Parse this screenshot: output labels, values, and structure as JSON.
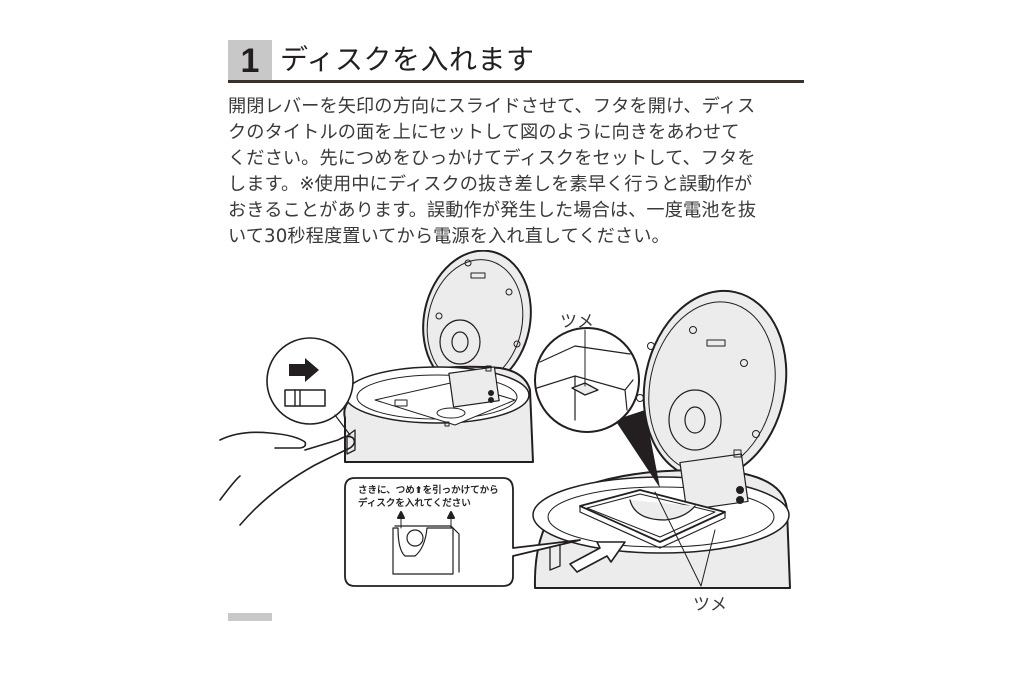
{
  "step": {
    "number": "1",
    "title": "ディスクを入れます"
  },
  "instructions": {
    "lines": [
      "開閉レバーを矢印の方向にスライドさせて、フタを開け、ディス",
      "クのタイトルの面を上にセットして図のように向きをあわせて",
      "ください。先につめをひっかけてディスクをセットして、フタを",
      "します。※使用中にディスクの抜き差しを素早く行うと誤動作が",
      "おきることがあります。誤動作が発生した場合は、一度電池を抜",
      "いて30秒程度置いてから電源を入れ直してください。"
    ]
  },
  "figure": {
    "label_tab_top": "ツメ",
    "label_tab_bottom": "ツメ",
    "callout_line1": "さきに、つめ⬆を引っかけてから",
    "callout_line2": "ディスクを入れてください"
  },
  "colors": {
    "ink": "#231f20",
    "heading_box": "#c8c8c8",
    "fill_light": "#ececec"
  }
}
